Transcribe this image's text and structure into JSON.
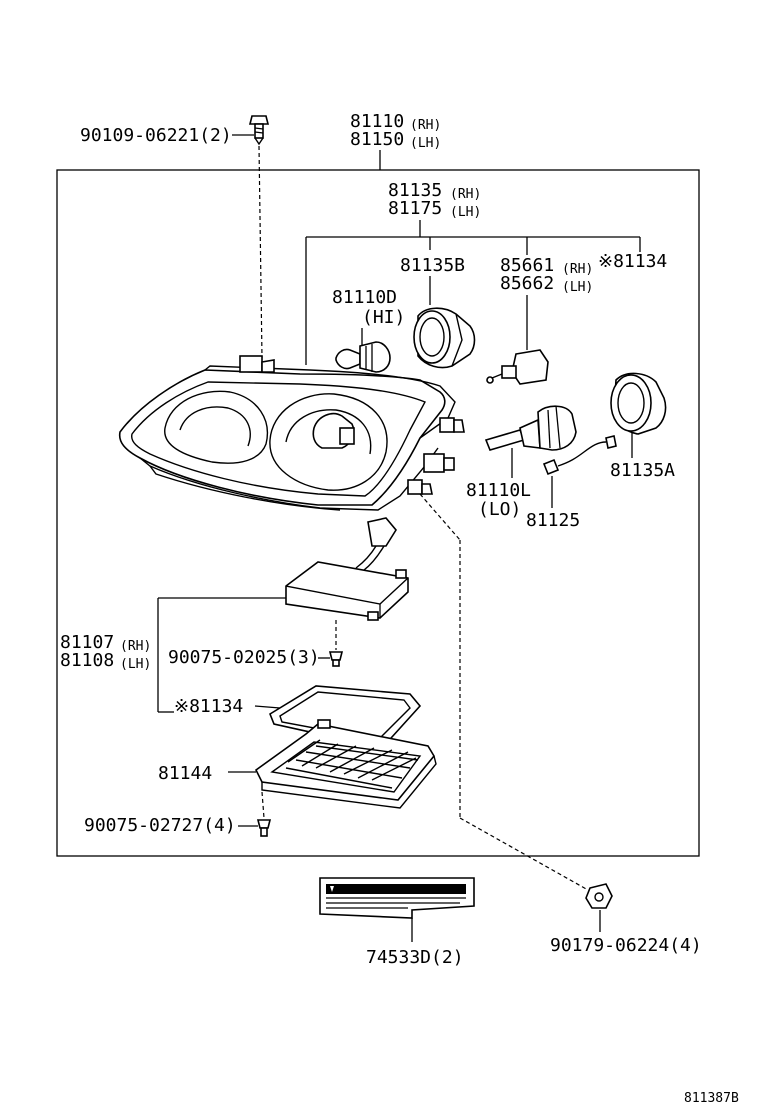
{
  "labels": {
    "bolt_top": "90109-06221(2)",
    "headlamp_rh": "81110",
    "headlamp_rh_side": "(RH)",
    "headlamp_lh": "81150",
    "headlamp_lh_side": "(LH)",
    "socket_rh": "81135",
    "socket_rh_side": "(RH)",
    "socket_lh": "81175",
    "socket_lh_side": "(LH)",
    "cover_b": "81135B",
    "bulb_rh": "85661",
    "bulb_rh_side": "(RH)",
    "bulb_lh": "85662",
    "bulb_lh_side": "(LH)",
    "mark_81134_top": "※81134",
    "bulb_hi": "81110D",
    "bulb_hi_tag": "(HI)",
    "cover_a": "81135A",
    "bulb_lo": "81110L",
    "bulb_lo_tag": "(LO)",
    "cord": "81125",
    "ballast_rh": "81107",
    "ballast_rh_side": "(RH)",
    "ballast_lh": "81108",
    "ballast_lh_side": "(LH)",
    "screw_ballast": "90075-02025(3)",
    "mark_81134_mid": "※81134",
    "bracket": "81144",
    "screw_bracket": "90075-02727(4)",
    "caution_label": "74533D(2)",
    "nut": "90179-06224(4)",
    "diagram_ref": "811387B"
  }
}
